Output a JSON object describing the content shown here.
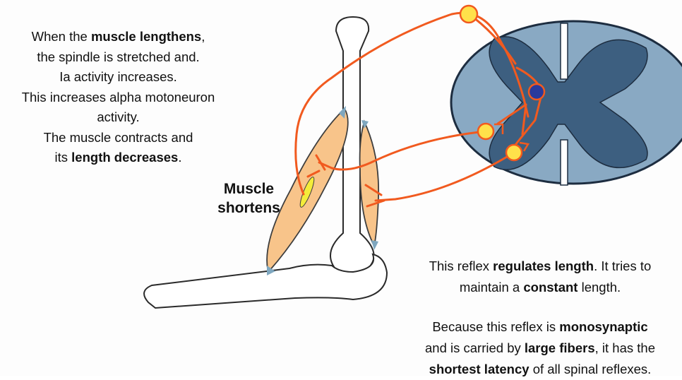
{
  "left_text": [
    [
      {
        "t": "When the "
      },
      {
        "t": "muscle lengthens",
        "b": true
      },
      {
        "t": ","
      }
    ],
    [
      {
        "t": "the spindle is stretched and."
      }
    ],
    [
      {
        "t": "Ia activity increases."
      }
    ],
    [
      {
        "t": "This increases alpha motoneuron"
      }
    ],
    [
      {
        "t": "activity."
      }
    ],
    [
      {
        "t": "The muscle contracts and"
      }
    ],
    [
      {
        "t": "its "
      },
      {
        "t": "length decreases",
        "b": true
      },
      {
        "t": "."
      }
    ]
  ],
  "muscle_label": [
    "Muscle",
    "shortens"
  ],
  "right_text_1": [
    [
      {
        "t": "This reflex "
      },
      {
        "t": "regulates length",
        "b": true
      },
      {
        "t": ". It tries to"
      }
    ],
    [
      {
        "t": "maintain a "
      },
      {
        "t": "constant",
        "b": true
      },
      {
        "t": " length."
      }
    ]
  ],
  "right_text_2": [
    [
      {
        "t": "Because this reflex is "
      },
      {
        "t": "monosynaptic",
        "b": true
      }
    ],
    [
      {
        "t": "and is carried by "
      },
      {
        "t": "large fibers",
        "b": true
      },
      {
        "t": ", it has the"
      }
    ],
    [
      {
        "t": "shortest latency",
        "b": true
      },
      {
        "t": " of all spinal reflexes."
      }
    ]
  ],
  "colors": {
    "nerve": "#f15a1f",
    "muscle_fill": "#f8c48a",
    "muscle_stroke": "#3e3e3e",
    "spinal_white_matter": "#89a9c3",
    "spinal_gray_matter": "#3d5f80",
    "spinal_outline": "#1d2d40",
    "ganglion": "#ffe14a",
    "motoneuron_nucleus": "#2a3a9c",
    "spindle": "#f4ec3a",
    "tendon": "#7fa7bf"
  }
}
